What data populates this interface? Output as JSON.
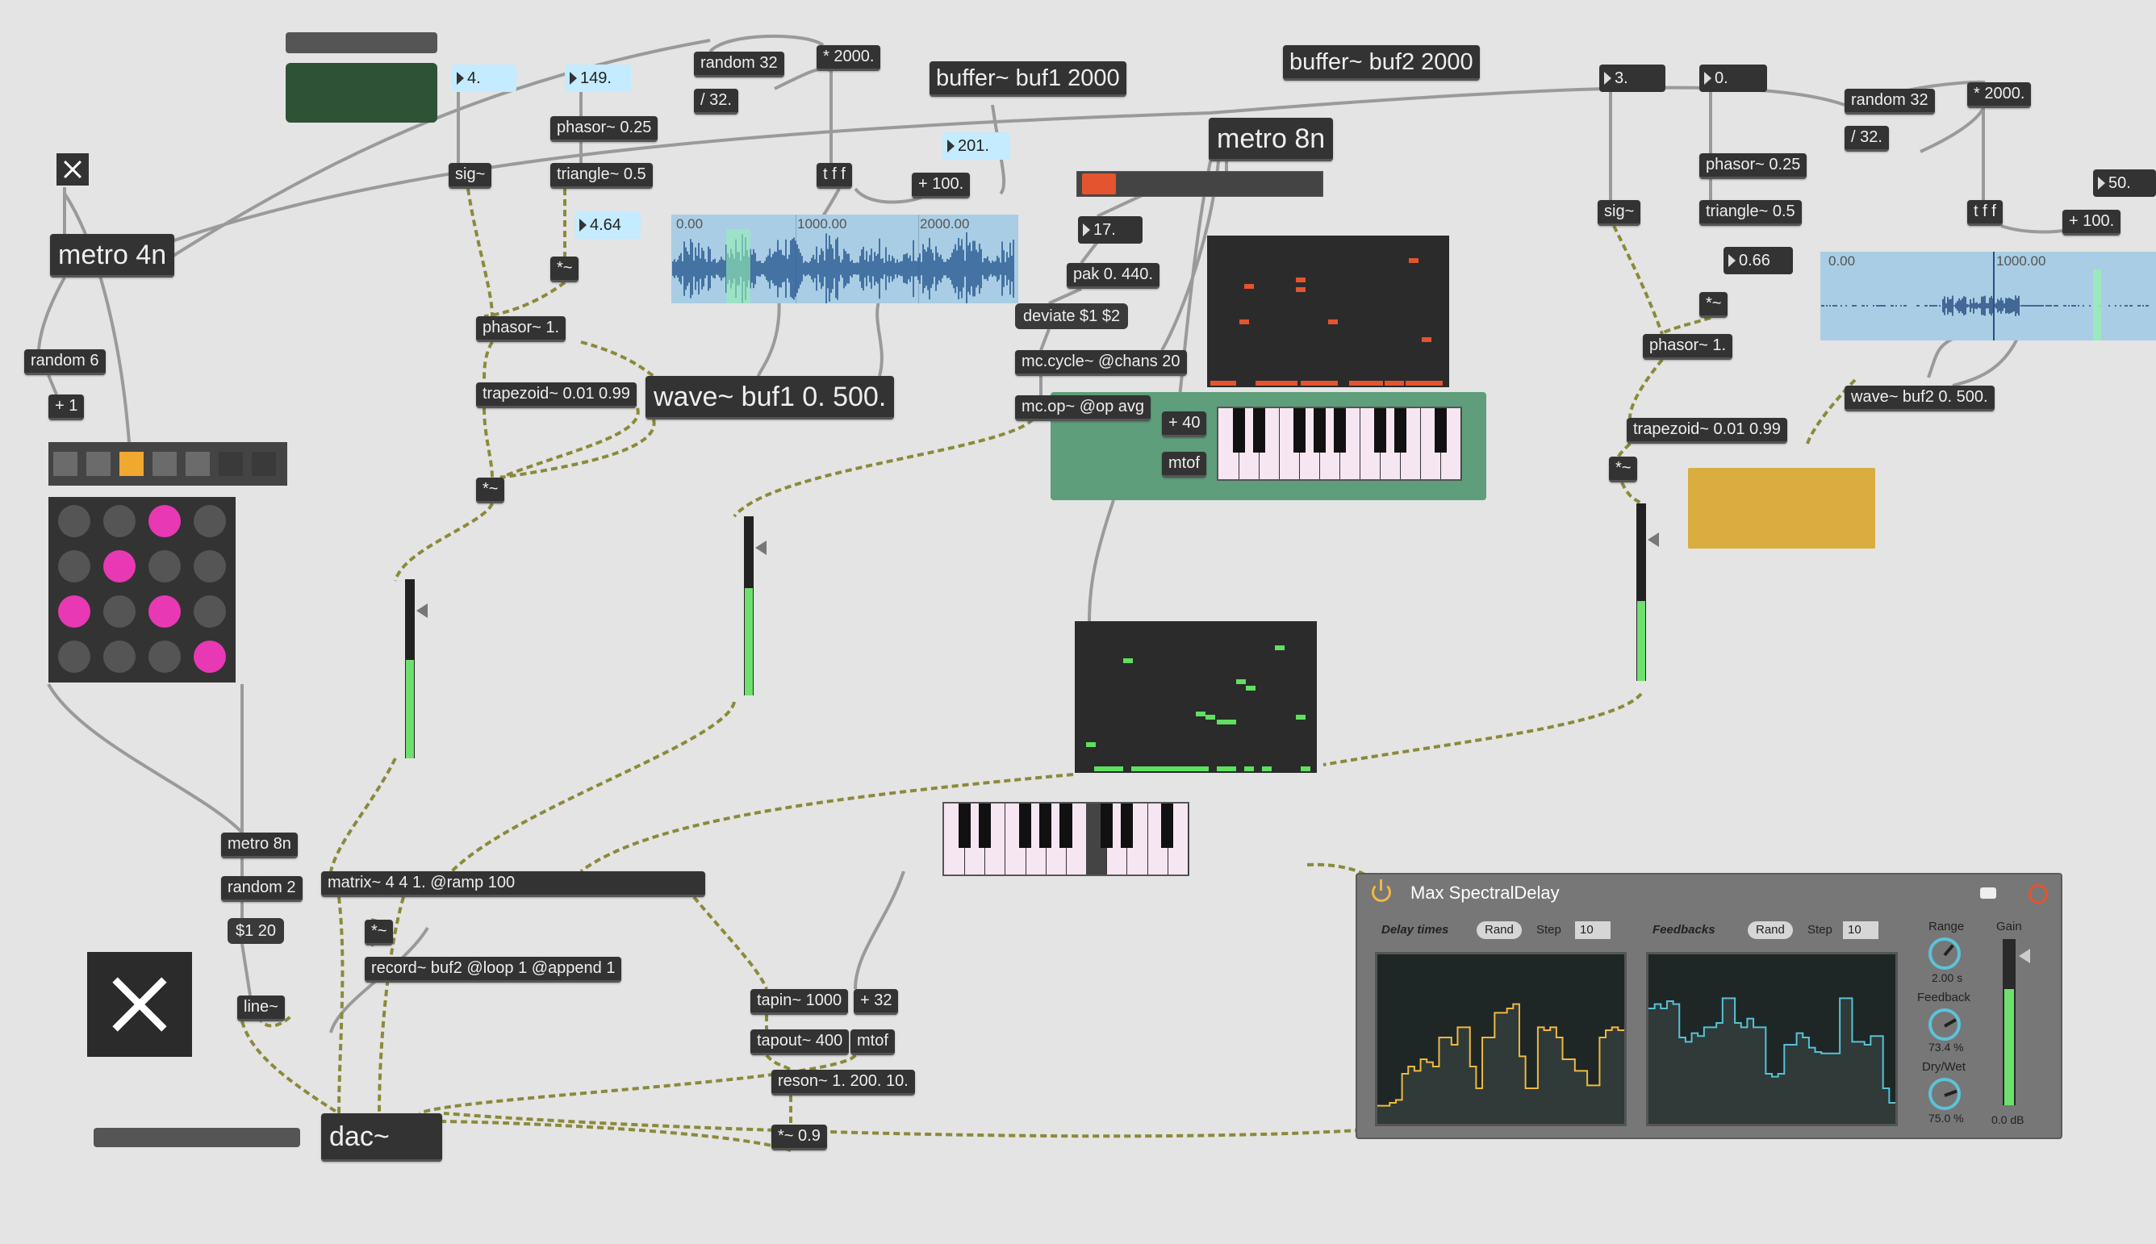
{
  "objects": {
    "metro4n": "metro 4n",
    "random6": "random 6",
    "plus1": "+ 1",
    "sig1": "sig~",
    "phasor025a": "phasor~ 0.25",
    "triangle05a": "triangle~ 0.5",
    "mul1": "*~",
    "phasor1a": "phasor~ 1.",
    "trapezoid_a": "trapezoid~ 0.01 0.99",
    "mul2": "*~",
    "random32a": "random 32",
    "div32a": "/ 32.",
    "mul2000a": "* 2000.",
    "tff_a": "t f f",
    "plus100a": "+ 100.",
    "buffer1": "buffer~ buf1 2000",
    "buffer2": "buffer~ buf2 2000",
    "wave1": "wave~ buf1 0. 500.",
    "metro8n_big": "metro 8n",
    "pak": "pak 0. 440.",
    "mc_cycle": "mc.cycle~ @chans 20",
    "mc_op": "mc.op~ @op avg",
    "plus40": "+ 40",
    "mtof1": "mtof",
    "sig2": "sig~",
    "phasor025b": "phasor~ 0.25",
    "triangle05b": "triangle~ 0.5",
    "mul3": "*~",
    "phasor1b": "phasor~ 1.",
    "trapezoid_b": "trapezoid~ 0.01 0.99",
    "mul4": "*~",
    "random32b": "random 32",
    "div32b": "/ 32.",
    "mul2000b": "* 2000.",
    "tff_b": "t f f",
    "plus100b": "+ 100.",
    "wave2": "wave~ buf2 0. 500.",
    "metro8n_small": "metro 8n",
    "random2": "random 2",
    "line": "line~",
    "mul5": "*~",
    "matrix": "matrix~ 4 4 1. @ramp 100",
    "record": "record~ buf2 @loop 1 @append 1",
    "tapin": "tapin~ 1000",
    "plus32": "+ 32",
    "tapout": "tapout~ 400",
    "mtof2": "mtof",
    "reson": "reson~ 1. 200. 10.",
    "mul09": "*~ 0.9",
    "dac": "dac~"
  },
  "messages": {
    "deviate": "deviate $1 $2",
    "dollar120": "$1 20"
  },
  "numbers": {
    "n4": "4.",
    "n149": "149.",
    "n464": "4.64",
    "n201": "201.",
    "n17": "17.",
    "n3": "3.",
    "n0": "0.",
    "n066": "0.66",
    "n50": "50."
  },
  "waveform1": {
    "t0": "0.00",
    "t1": "1000.00",
    "t2": "2000.00"
  },
  "waveform2": {
    "t0": "0.00",
    "t1": "1000.00"
  },
  "meters": {
    "m1": 0.55,
    "m2": 0.6,
    "m3": 0.45
  },
  "toggle_matrix": [
    [
      0,
      0,
      1,
      0
    ],
    [
      0,
      1,
      0,
      0
    ],
    [
      1,
      0,
      1,
      0
    ],
    [
      0,
      0,
      0,
      1
    ]
  ],
  "step_row": {
    "count": 7,
    "active_index": 2
  },
  "spectral_panel": {
    "title": "Max SpectralDelay",
    "delay_times_label": "Delay times",
    "feedbacks_label": "Feedbacks",
    "rand_label": "Rand",
    "step_label": "Step",
    "delay_step": "10",
    "feedback_step": "10",
    "range_label": "Range",
    "range_value": "2.00 s",
    "feedback_label": "Feedback",
    "feedback_value": "73.4 %",
    "drywet_label": "Dry/Wet",
    "drywet_value": "75.0 %",
    "gain_label": "Gain",
    "gain_value": "0.0 dB",
    "delay_levels": [
      0.08,
      0.08,
      0.1,
      0.12,
      0.3,
      0.35,
      0.32,
      0.4,
      0.38,
      0.35,
      0.55,
      0.55,
      0.5,
      0.62,
      0.62,
      0.35,
      0.2,
      0.55,
      0.55,
      0.72,
      0.72,
      0.75,
      0.78,
      0.42,
      0.2,
      0.2,
      0.62,
      0.6,
      0.62,
      0.55,
      0.4,
      0.4,
      0.32,
      0.32,
      0.22,
      0.22,
      0.55,
      0.6,
      0.62,
      0.6
    ],
    "feedback_levels": [
      0.75,
      0.78,
      0.75,
      0.8,
      0.78,
      0.55,
      0.52,
      0.58,
      0.56,
      0.62,
      0.62,
      0.65,
      0.82,
      0.82,
      0.65,
      0.62,
      0.68,
      0.62,
      0.62,
      0.3,
      0.28,
      0.3,
      0.5,
      0.5,
      0.58,
      0.55,
      0.48,
      0.45,
      0.44,
      0.44,
      0.44,
      0.82,
      0.82,
      0.52,
      0.52,
      0.5,
      0.56,
      0.56,
      0.2,
      0.1
    ]
  },
  "colors": {
    "patch_bg": "#e4e4e4",
    "object_bg": "#333333",
    "number_bg": "#c4ebff",
    "keyboard_panel": "#5e9e7a",
    "dark_green_panel": "#2d5236",
    "yellow_panel": "#d9ad3f",
    "meter_green": "#6de06d",
    "toggle_on": "#e838b4",
    "step_on": "#f0a830",
    "orange_mark": "#e4542e",
    "green_mark": "#5fe05f",
    "delay_line": "#f0b840",
    "feedback_line": "#56c2d6"
  }
}
